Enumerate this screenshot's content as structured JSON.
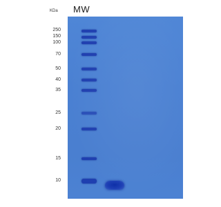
{
  "header": {
    "unit": "KDa",
    "lane_label": "MW"
  },
  "markers": [
    {
      "label": "250"
    },
    {
      "label": "150"
    },
    {
      "label": "100"
    },
    {
      "label": "70"
    },
    {
      "label": "50"
    },
    {
      "label": "40"
    },
    {
      "label": "35"
    },
    {
      "label": "25"
    },
    {
      "label": "20"
    },
    {
      "label": "15"
    },
    {
      "label": "10"
    }
  ],
  "colors": {
    "gel": "#4a80d2",
    "band": "#1f3fb0"
  }
}
